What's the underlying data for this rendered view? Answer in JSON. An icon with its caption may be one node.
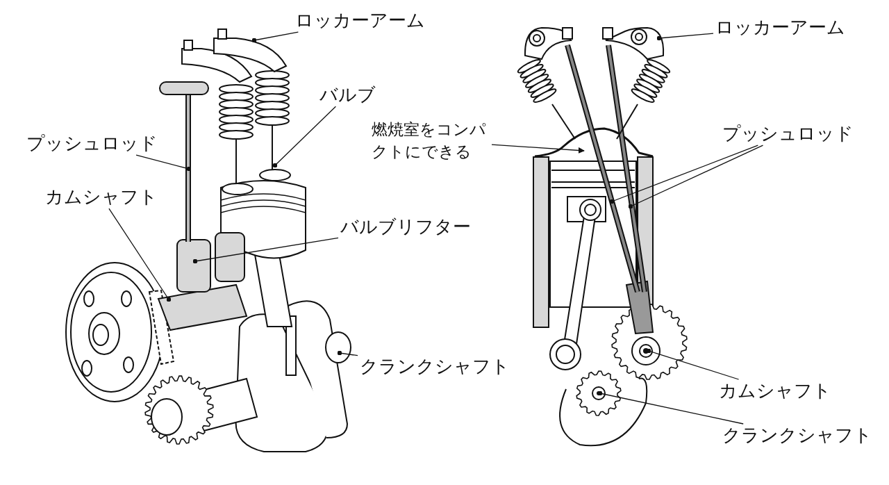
{
  "diagram": {
    "nodes": [
      {
        "text": [
          "ロッカーアーム"
        ]
      },
      {
        "text": [
          "バルブ"
        ]
      },
      {
        "text": [
          "プッシュロッド"
        ]
      },
      {
        "text": [
          "カムシャフト"
        ]
      },
      {
        "text": [
          "バルブリフター"
        ]
      },
      {
        "text": [
          "クランクシャフト"
        ]
      },
      {
        "text": [
          "燃焼室をコンパクトにできる"
        ]
      },
      {
        "text": [
          "ロッカーアーム"
        ]
      },
      {
        "text": [
          "プッシュロッド"
        ]
      },
      {
        "text": [
          "カムシャフト"
        ]
      },
      {
        "text": [
          "クランクシャフト"
        ]
      }
    ],
    "edges": [
      {
        "from": 0,
        "to": null,
        "arrow": "other"
      },
      {
        "from": 1,
        "to": null,
        "arrow": "other"
      },
      {
        "from": 2,
        "to": null,
        "arrow": "other"
      },
      {
        "from": 3,
        "to": null,
        "arrow": "other"
      },
      {
        "from": 4,
        "to": null,
        "arrow": "other"
      },
      {
        "from": 5,
        "to": null,
        "arrow": "other"
      },
      {
        "from": 6,
        "to": null,
        "arrow": "to"
      },
      {
        "from": 7,
        "to": null,
        "arrow": "other"
      },
      {
        "from": 8,
        "to": null,
        "arrow": "other"
      },
      {
        "from": 8,
        "to": null,
        "arrow": "other"
      },
      {
        "from": 9,
        "to": null,
        "arrow": "other"
      },
      {
        "from": 10,
        "to": null,
        "arrow": "other"
      }
    ]
  }
}
